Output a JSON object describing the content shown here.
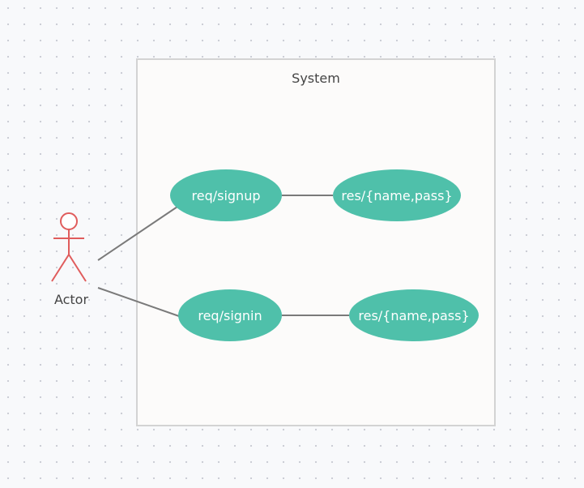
{
  "system": {
    "title": "System"
  },
  "actor": {
    "name": "Actor",
    "icon": "stick-figure-icon"
  },
  "use_cases": {
    "signup": "req/signup",
    "signup_response": "res/{name,pass}",
    "signin": "req/signin",
    "signin_response": "res/{name,pass}"
  },
  "colors": {
    "use_case_fill": "#4fc0aa",
    "actor_stroke": "#e05c5c",
    "connector": "#7a7a7a",
    "system_border": "#d3d3d3"
  }
}
